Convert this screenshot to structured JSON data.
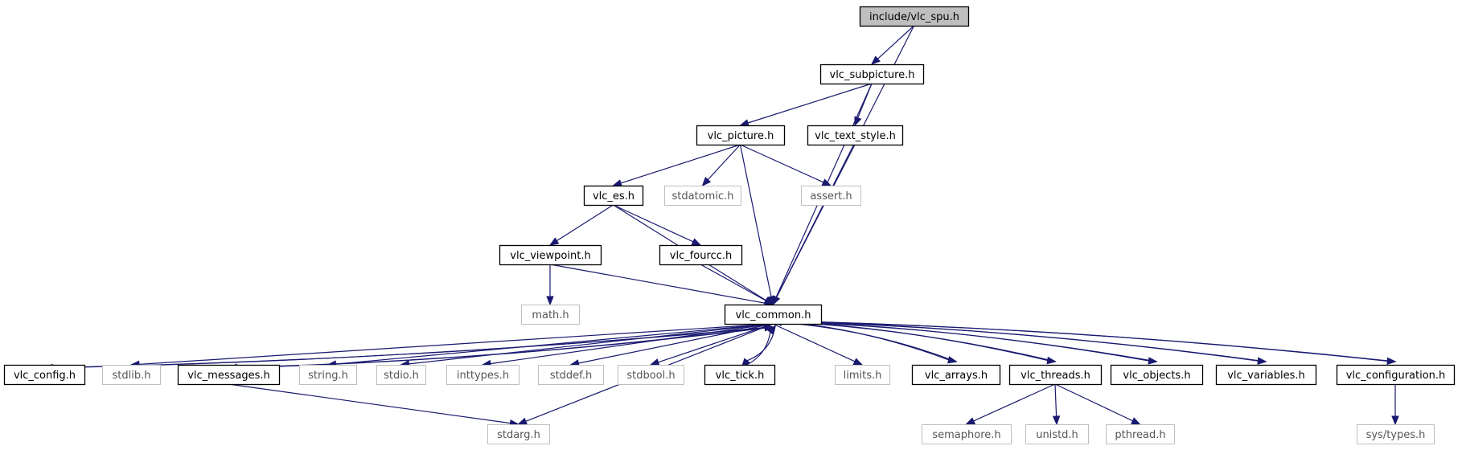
{
  "graph": {
    "nodes": [
      {
        "id": "vlc_spu",
        "label": "include/vlc_spu.h",
        "kind": "root"
      },
      {
        "id": "vlc_subpicture",
        "label": "vlc_subpicture.h",
        "kind": "internal"
      },
      {
        "id": "vlc_picture",
        "label": "vlc_picture.h",
        "kind": "internal"
      },
      {
        "id": "vlc_text_style",
        "label": "vlc_text_style.h",
        "kind": "internal"
      },
      {
        "id": "vlc_es",
        "label": "vlc_es.h",
        "kind": "internal"
      },
      {
        "id": "stdatomic",
        "label": "stdatomic.h",
        "kind": "external"
      },
      {
        "id": "assert",
        "label": "assert.h",
        "kind": "external"
      },
      {
        "id": "vlc_viewpoint",
        "label": "vlc_viewpoint.h",
        "kind": "internal"
      },
      {
        "id": "vlc_fourcc",
        "label": "vlc_fourcc.h",
        "kind": "internal"
      },
      {
        "id": "math",
        "label": "math.h",
        "kind": "external"
      },
      {
        "id": "vlc_common",
        "label": "vlc_common.h",
        "kind": "internal"
      },
      {
        "id": "vlc_config",
        "label": "vlc_config.h",
        "kind": "internal"
      },
      {
        "id": "stdlib",
        "label": "stdlib.h",
        "kind": "external"
      },
      {
        "id": "vlc_messages",
        "label": "vlc_messages.h",
        "kind": "internal"
      },
      {
        "id": "string",
        "label": "string.h",
        "kind": "external"
      },
      {
        "id": "stdio",
        "label": "stdio.h",
        "kind": "external"
      },
      {
        "id": "inttypes",
        "label": "inttypes.h",
        "kind": "external"
      },
      {
        "id": "stddef",
        "label": "stddef.h",
        "kind": "external"
      },
      {
        "id": "stdbool",
        "label": "stdbool.h",
        "kind": "external"
      },
      {
        "id": "vlc_tick",
        "label": "vlc_tick.h",
        "kind": "internal"
      },
      {
        "id": "limits",
        "label": "limits.h",
        "kind": "external"
      },
      {
        "id": "vlc_arrays",
        "label": "vlc_arrays.h",
        "kind": "internal"
      },
      {
        "id": "vlc_threads",
        "label": "vlc_threads.h",
        "kind": "internal"
      },
      {
        "id": "vlc_objects",
        "label": "vlc_objects.h",
        "kind": "internal"
      },
      {
        "id": "vlc_variables",
        "label": "vlc_variables.h",
        "kind": "internal"
      },
      {
        "id": "vlc_configuration",
        "label": "vlc_configuration.h",
        "kind": "internal"
      },
      {
        "id": "stdarg",
        "label": "stdarg.h",
        "kind": "external"
      },
      {
        "id": "semaphore",
        "label": "semaphore.h",
        "kind": "external"
      },
      {
        "id": "unistd",
        "label": "unistd.h",
        "kind": "external"
      },
      {
        "id": "pthread",
        "label": "pthread.h",
        "kind": "external"
      },
      {
        "id": "sys_types",
        "label": "sys/types.h",
        "kind": "external"
      }
    ],
    "edges": [
      [
        "vlc_spu",
        "vlc_subpicture"
      ],
      [
        "vlc_spu",
        "vlc_common"
      ],
      [
        "vlc_subpicture",
        "vlc_picture"
      ],
      [
        "vlc_subpicture",
        "vlc_text_style"
      ],
      [
        "vlc_subpicture",
        "vlc_common"
      ],
      [
        "vlc_picture",
        "vlc_es"
      ],
      [
        "vlc_picture",
        "stdatomic"
      ],
      [
        "vlc_picture",
        "assert"
      ],
      [
        "vlc_picture",
        "vlc_common"
      ],
      [
        "vlc_text_style",
        "vlc_common"
      ],
      [
        "vlc_es",
        "vlc_viewpoint"
      ],
      [
        "vlc_es",
        "vlc_fourcc"
      ],
      [
        "vlc_es",
        "vlc_common"
      ],
      [
        "vlc_viewpoint",
        "math"
      ],
      [
        "vlc_viewpoint",
        "vlc_common"
      ],
      [
        "vlc_fourcc",
        "vlc_common"
      ],
      [
        "vlc_common",
        "vlc_config"
      ],
      [
        "vlc_config",
        "vlc_common"
      ],
      [
        "vlc_common",
        "stdlib"
      ],
      [
        "vlc_common",
        "vlc_messages"
      ],
      [
        "vlc_messages",
        "vlc_common"
      ],
      [
        "vlc_common",
        "string"
      ],
      [
        "vlc_common",
        "stdio"
      ],
      [
        "vlc_common",
        "inttypes"
      ],
      [
        "vlc_common",
        "stddef"
      ],
      [
        "vlc_common",
        "stdbool"
      ],
      [
        "vlc_common",
        "vlc_tick"
      ],
      [
        "vlc_tick",
        "vlc_common"
      ],
      [
        "vlc_common",
        "limits"
      ],
      [
        "vlc_common",
        "vlc_arrays"
      ],
      [
        "vlc_arrays",
        "vlc_common"
      ],
      [
        "vlc_common",
        "vlc_threads"
      ],
      [
        "vlc_threads",
        "vlc_common"
      ],
      [
        "vlc_common",
        "vlc_objects"
      ],
      [
        "vlc_objects",
        "vlc_common"
      ],
      [
        "vlc_common",
        "vlc_variables"
      ],
      [
        "vlc_variables",
        "vlc_common"
      ],
      [
        "vlc_common",
        "vlc_configuration"
      ],
      [
        "vlc_configuration",
        "vlc_common"
      ],
      [
        "vlc_common",
        "stdarg"
      ],
      [
        "vlc_messages",
        "stdarg"
      ],
      [
        "vlc_threads",
        "semaphore"
      ],
      [
        "vlc_threads",
        "unistd"
      ],
      [
        "vlc_threads",
        "pthread"
      ],
      [
        "vlc_configuration",
        "sys_types"
      ]
    ]
  },
  "colors": {
    "edge": "#191970",
    "root_fill": "#bfbfbf",
    "external_border": "#bfbfbf",
    "internal_border": "#000000"
  }
}
